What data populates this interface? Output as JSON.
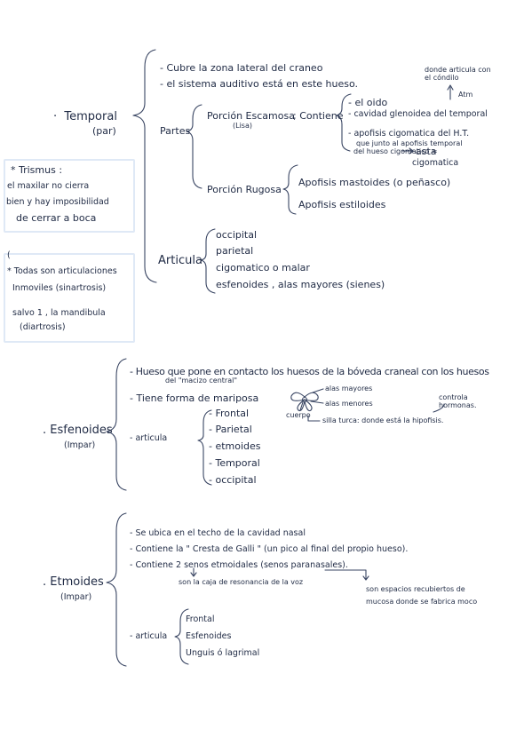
{
  "temporal": {
    "title": "Temporal",
    "subtitle": "(par)",
    "line1": "- Cubre la zona lateral del craneo",
    "line2": "- el sistema auditivo está en este hueso.",
    "note_condilo_1": "donde articula con",
    "note_condilo_2": "el cóndilo",
    "note_atm": "Atm",
    "partes": "Partes",
    "porcion_escamosa": "Porción Escamosa",
    "lisa": "(Lisa)",
    "contiene": "; Contiene",
    "c_oido": "- el oido",
    "c_cavidad": "- cavidad glenoidea del temporal",
    "c_apofisis_1": "- apofisis cigomatica del H.T.",
    "c_apofisis_2": "que junto al apofisis temporal",
    "c_apofisis_3": "del hueso cigomatico =",
    "asta_1": "asta",
    "asta_2": "cigomatica",
    "porcion_rugosa": "Porción Rugosa",
    "mastoides": "Apofisis mastoides (o peñasco)",
    "estiloides": "Apofisis estiloides",
    "articula": "Articula",
    "art_1": "occipital",
    "art_2": "parietal",
    "art_3": "cigomatico o malar",
    "art_4": "esfenoides , alas mayores (sienes)"
  },
  "trismus_box": {
    "title": "* Trismus :",
    "l1": "el maxilar no cierra",
    "l2": "bien y hay imposibilidad",
    "l3": "de cerrar a boca"
  },
  "artic_box": {
    "l1": "* Todas son articulaciones",
    "l2": "Inmoviles (sinartrosis)",
    "l3": "salvo 1 , la mandibula",
    "l4": "(diartrosis)"
  },
  "esfenoides": {
    "title": ". Esfenoides",
    "subtitle": "(Impar)",
    "line1a": "- Hueso que pone en contacto los huesos de la bóveda craneal con los huesos",
    "line1b": "del \"macizo central\"",
    "line2": "- Tiene forma de mariposa",
    "alas_mayores": "alas mayores",
    "alas_menores": "alas menores",
    "cuerpo": "cuerpo",
    "silla_turca": "silla turca: donde está la hipofisis.",
    "controla_1": "controla",
    "controla_2": "hormonas.",
    "articula": "- articula",
    "art_1": "- Frontal",
    "art_2": "- Parietal",
    "art_3": "- etmoides",
    "art_4": "- Temporal",
    "art_5": "- occipital"
  },
  "etmoides": {
    "title": ". Etmoides",
    "subtitle": "(Impar)",
    "line1": "- Se ubica en el techo de la cavidad nasal",
    "line2": "- Contiene la \" Cresta de Galli \" (un pico al final del propio hueso).",
    "line3": "- Contiene 2 senos etmoidales (senos paranasales).",
    "sub_1": "son la caja de resonancia de la voz",
    "sub_2a": "son espacios recubiertos de",
    "sub_2b": "mucosa donde se fabrica moco",
    "articula": "- articula",
    "art_1": "Frontal",
    "art_2": "Esfenoides",
    "art_3": "Unguis ó lagrimal"
  }
}
